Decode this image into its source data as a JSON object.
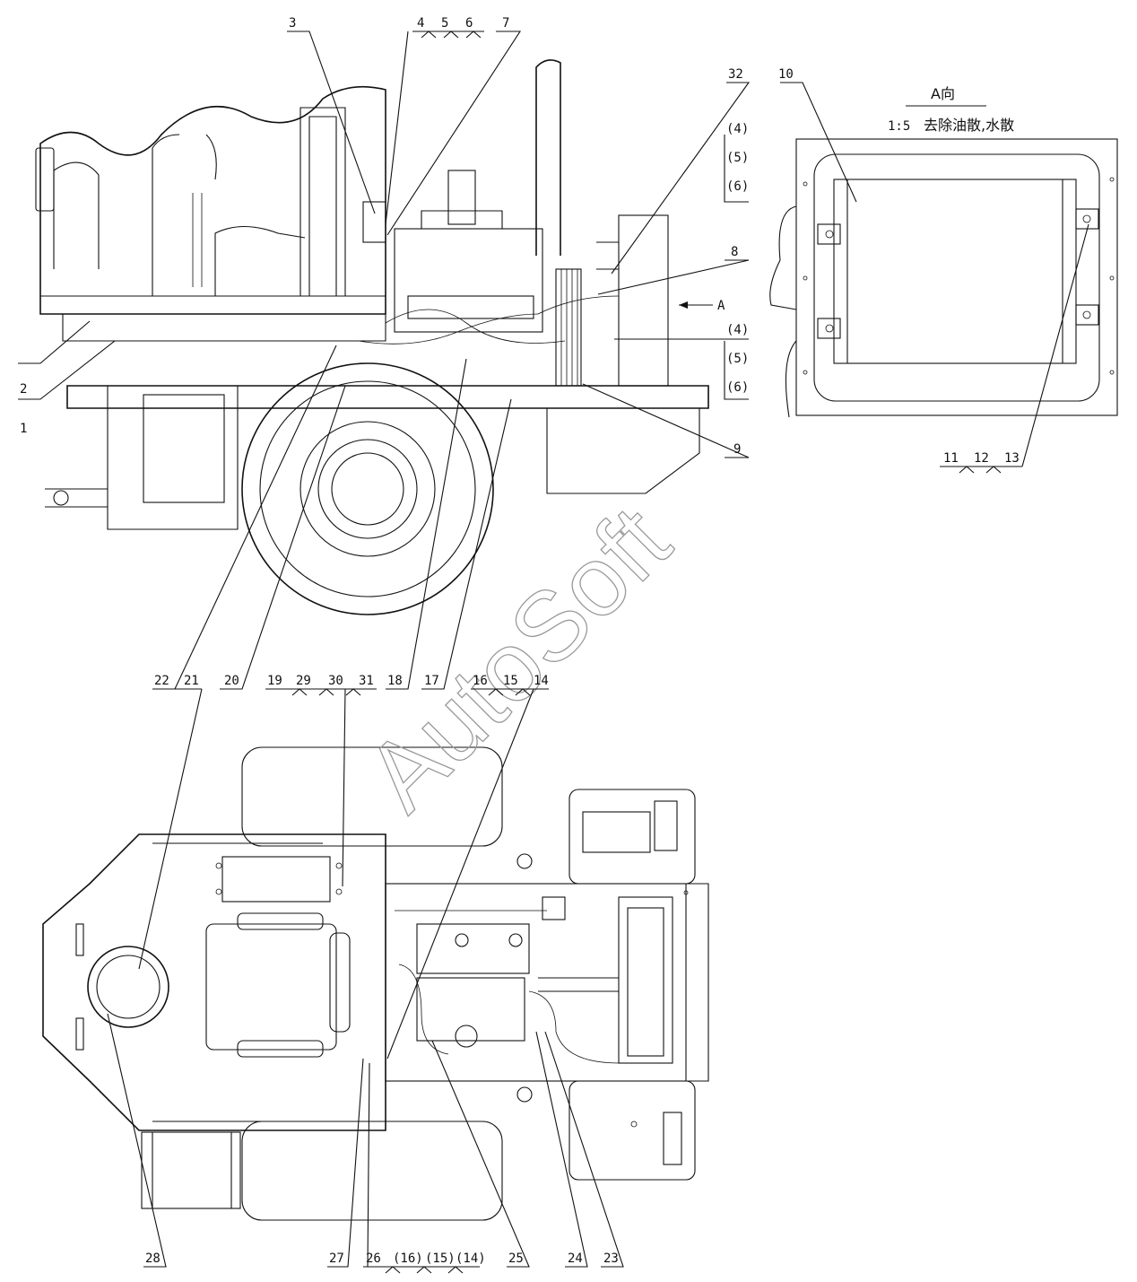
{
  "drawing": {
    "view_header": "A向",
    "view_scale": "1:5",
    "view_note": "去除油散,水散",
    "arrow_label": "A",
    "watermark": "AutoSoft"
  },
  "callouts": {
    "c1": "1",
    "c2": "2",
    "c3": "3",
    "c4": "4",
    "c5": "5",
    "c6": "6",
    "c7": "7",
    "c8": "8",
    "c9": "9",
    "c10": "10",
    "c11": "11",
    "c12": "12",
    "c13": "13",
    "c14": "14",
    "c15": "15",
    "c16": "16",
    "c17": "17",
    "c18": "18",
    "c19": "19",
    "c20": "20",
    "c21": "21",
    "c22": "22",
    "c23": "23",
    "c24": "24",
    "c25": "25",
    "c26": "26",
    "c27": "27",
    "c28": "28",
    "c29": "29",
    "c30": "30",
    "c31": "31",
    "c32": "32",
    "p4": "(4)",
    "p5": "(5)",
    "p6": "(6)",
    "p14": "(14)",
    "p15": "(15)",
    "p16": "(16)"
  }
}
